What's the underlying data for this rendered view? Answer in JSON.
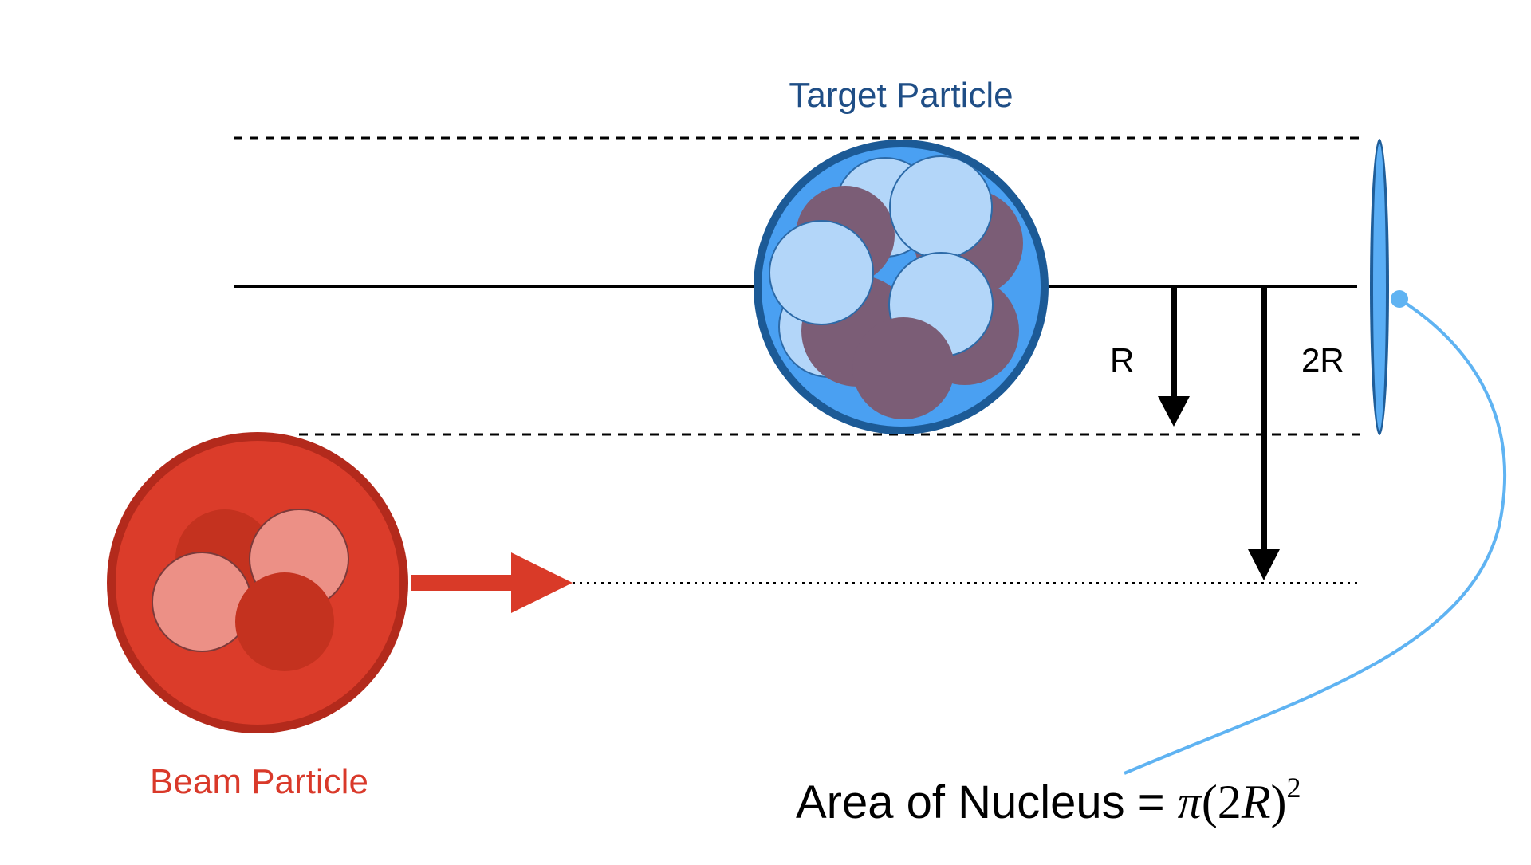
{
  "labels": {
    "target_particle": "Target Particle",
    "beam_particle": "Beam Particle",
    "r": "R",
    "two_r": "2R",
    "area_text": "Area of Nucleus = ",
    "formula_pi": "π",
    "formula_open": "(2",
    "formula_r": "R",
    "formula_close": ")",
    "formula_exp": "2"
  },
  "colors": {
    "target_text": "#1f4e86",
    "target_rim": "#1c5a96",
    "target_fill": "#4aa0f2",
    "target_nucleon_light": "#b3d6f9",
    "target_nucleon_dark": "#7b5d76",
    "beam_text": "#d9392a",
    "beam_rim": "#b32a1c",
    "beam_fill": "#db3c2a",
    "beam_nucleon_light": "#ec9086",
    "beam_nucleon_dark": "#c4321f",
    "arrow": "#000000",
    "beam_arrow": "#d93a28",
    "disc_fill": "#5aaef5",
    "disc_edge": "#1f5e9a",
    "curve": "#5fb3f2"
  }
}
